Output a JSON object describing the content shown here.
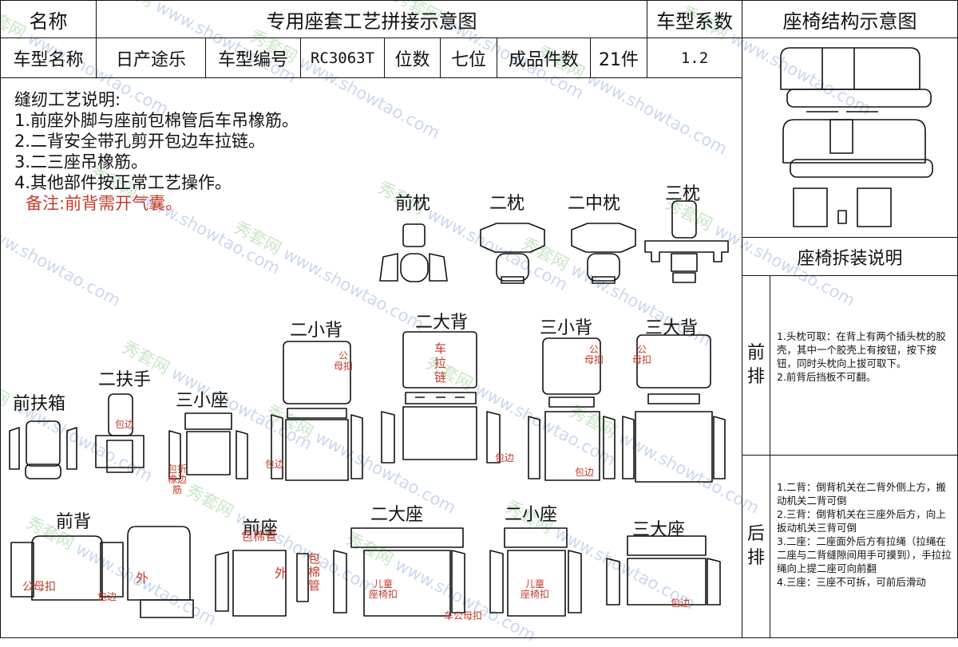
{
  "header": {
    "name_label": "名称",
    "title": "专用座套工艺拼接示意图",
    "coef_label": "车型系数",
    "structure_title": "座椅结构示意图"
  },
  "info_row": {
    "model_name_label": "车型名称",
    "model_name": "日产途乐",
    "model_code_label": "车型编号",
    "model_code": "RC3063T",
    "seats_label": "位数",
    "seats": "七位",
    "pieces_label": "成品件数",
    "pieces": "21件",
    "coef": "1.2"
  },
  "notes": {
    "title": "缝纫工艺说明:",
    "items": [
      "1.前座外脚与座前包棉管后车吊橡筋。",
      "2.二背安全带孔剪开包边车拉链。",
      "3.二三座吊橡筋。",
      "4.其他部件按正常工艺操作。"
    ],
    "remark": "备注:前背需开气囊。"
  },
  "parts": {
    "front_headrest": "前枕",
    "second_headrest": "二枕",
    "second_mid_headrest": "二中枕",
    "third_headrest": "三枕",
    "second_small_back": "二小背",
    "second_large_back": "二大背",
    "third_small_back": "三小背",
    "third_large_back": "三大背",
    "second_armrest": "二扶手",
    "front_console": "前扶箱",
    "third_small_seat": "三小座",
    "front_back": "前背",
    "front_seat": "前座",
    "second_large_seat": "二大座",
    "second_small_seat": "二小座",
    "third_large_seat": "三大座"
  },
  "annotations": {
    "female_buckle": "公\n母扣",
    "zipper": "车\n拉\n链",
    "binding": "包边",
    "tube": "包棉管",
    "tube_vertical": "包\n棉\n管",
    "outer": "外",
    "child_seat": "儿童\n座椅扣",
    "mf_buckle": "公母扣",
    "fold_elastic": "包折\n橡边\n筋",
    "rear_buckle": "车公母扣"
  },
  "disassembly": {
    "title": "座椅拆装说明",
    "front_label": "前\n排",
    "rear_label": "后\n排",
    "front_text": [
      "1.头枕可取：在背上有两个插头枕的胶壳，其中一个胶壳上有按钮，按下按钮，同时头枕向上拔可取下。",
      "2.前背后挡板不可翻。"
    ],
    "rear_text": [
      "1.二背：倒背机关在二背外侧上方，搬动机关二背可倒",
      "2.三背：倒背机关在三座外后方，向上扳动机关三背可倒",
      "3.二座：二座面外后方有拉绳（拉绳在二座与二背缝隙间用手可摸到），手拉拉绳向上提二座可向前翻",
      "4.三座：三座不可拆，可前后滑动"
    ]
  },
  "watermark": {
    "brand": "秀套网",
    "url": "www.showtao.com"
  }
}
